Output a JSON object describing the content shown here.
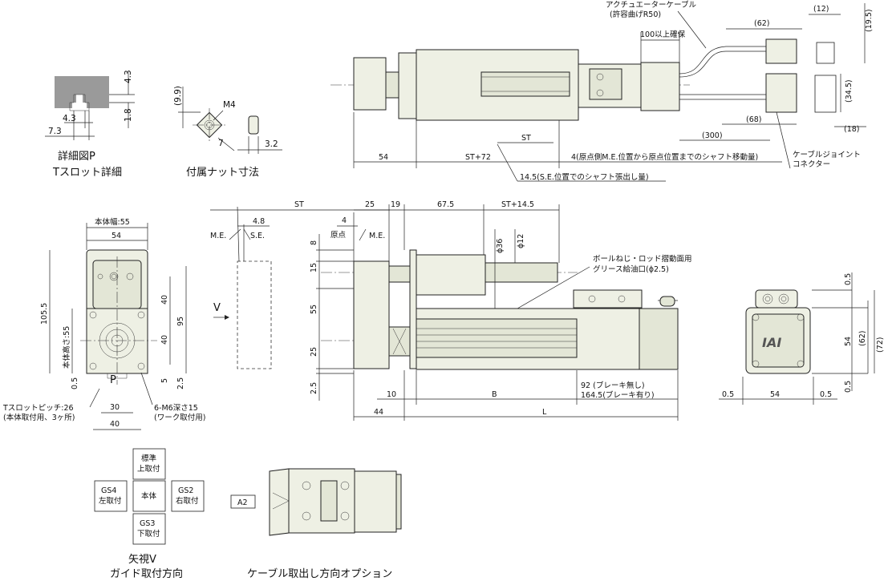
{
  "detail_p": {
    "dim_4_3_top": "4.3",
    "dim_1_8": "1.8",
    "dim_4_3_left": "4.3",
    "dim_7_3": "7.3",
    "title_line1": "詳細図P",
    "title_line2": "Tスロット詳細"
  },
  "nut": {
    "dim_9_9": "(9.9)",
    "thread": "M4",
    "dim_7": "7",
    "dim_3_2": "3.2",
    "title": "付属ナット寸法"
  },
  "top_view": {
    "cable_label_line1": "アクチュエーターケーブル",
    "cable_label_line2": "(許容曲げR50)",
    "secure_100": "100以上確保",
    "dim_12": "(12)",
    "dim_62": "(62)",
    "dim_19_5": "(19.5)",
    "dim_34_5": "(34.5)",
    "dim_68": "(68)",
    "dim_300": "(300)",
    "dim_18": "(18)",
    "dim_st": "ST",
    "dim_54": "54",
    "dim_st72": "ST+72",
    "note_4": "4(原点側M.E.位置から原点位置までのシャフト移動量)",
    "note_14_5": "14.5(S.E.位置でのシャフト張出し量)",
    "joint_line1": "ケーブルジョイント",
    "joint_line2": "コネクター"
  },
  "end_view": {
    "width_label": "本体幅:55",
    "dim_54": "54",
    "dim_105_5": "105.5",
    "height_label": "本体高さ:55",
    "dim_40a": "40",
    "dim_40b": "40",
    "dim_95": "95",
    "dim_5": "5",
    "dim_2_5": "2.5",
    "dim_0_5": "0.5",
    "label_p": "P",
    "pitch_line1": "Tスロットピッチ:26",
    "pitch_line2": "(本体取付用、3ヶ所)",
    "tap_line1": "6-M6深さ15",
    "tap_line2": "(ワーク取付用)",
    "dim_30": "30",
    "dim_40": "40"
  },
  "stroke_view": {
    "dim_st": "ST",
    "dim_4_8": "4.8",
    "me": "M.E.",
    "se": "S.E.",
    "arrow_v": "V"
  },
  "side_view": {
    "dim_4": "4",
    "origin": "原点",
    "me": "M.E.",
    "dim_25": "25",
    "dim_19": "19",
    "dim_67_5": "67.5",
    "dim_st14_5": "ST+14.5",
    "dim_8": "8",
    "phi36": "ϕ36",
    "phi12": "ϕ12",
    "dim_15": "15",
    "dim_55": "55",
    "dim_25v": "25",
    "dim_2_5": "2.5",
    "grease_line1": "ボールねじ・ロッド摺動面用",
    "grease_line2": "グリース給油口(ϕ2.5)",
    "dim_10": "10",
    "dim_b": "B",
    "brake_line1": "92 (ブレーキ無し)",
    "brake_line2": "164.5(ブレーキ有り)",
    "dim_44": "44",
    "dim_l": "L"
  },
  "rear_view": {
    "dim_0_5_top": "0.5",
    "dim_54v": "54",
    "dim_72": "(72)",
    "dim_62": "(62)",
    "dim_0_5_bottom": "0.5",
    "dim_0_5_left": "0.5",
    "dim_54h": "54",
    "dim_0_5_right": "0.5",
    "logo": "IAI"
  },
  "guide_options": {
    "top_line1": "標準",
    "top_line2": "上取付",
    "left_line1": "GS4",
    "left_line2": "左取付",
    "center": "本体",
    "right_line1": "GS2",
    "right_line2": "右取付",
    "bottom_line1": "GS3",
    "bottom_line2": "下取付",
    "caption_line1": "矢視V",
    "caption_line2": "ガイド取付方向"
  },
  "cable_option": {
    "label": "A2",
    "caption": "ケーブル取出し方向オプション"
  }
}
